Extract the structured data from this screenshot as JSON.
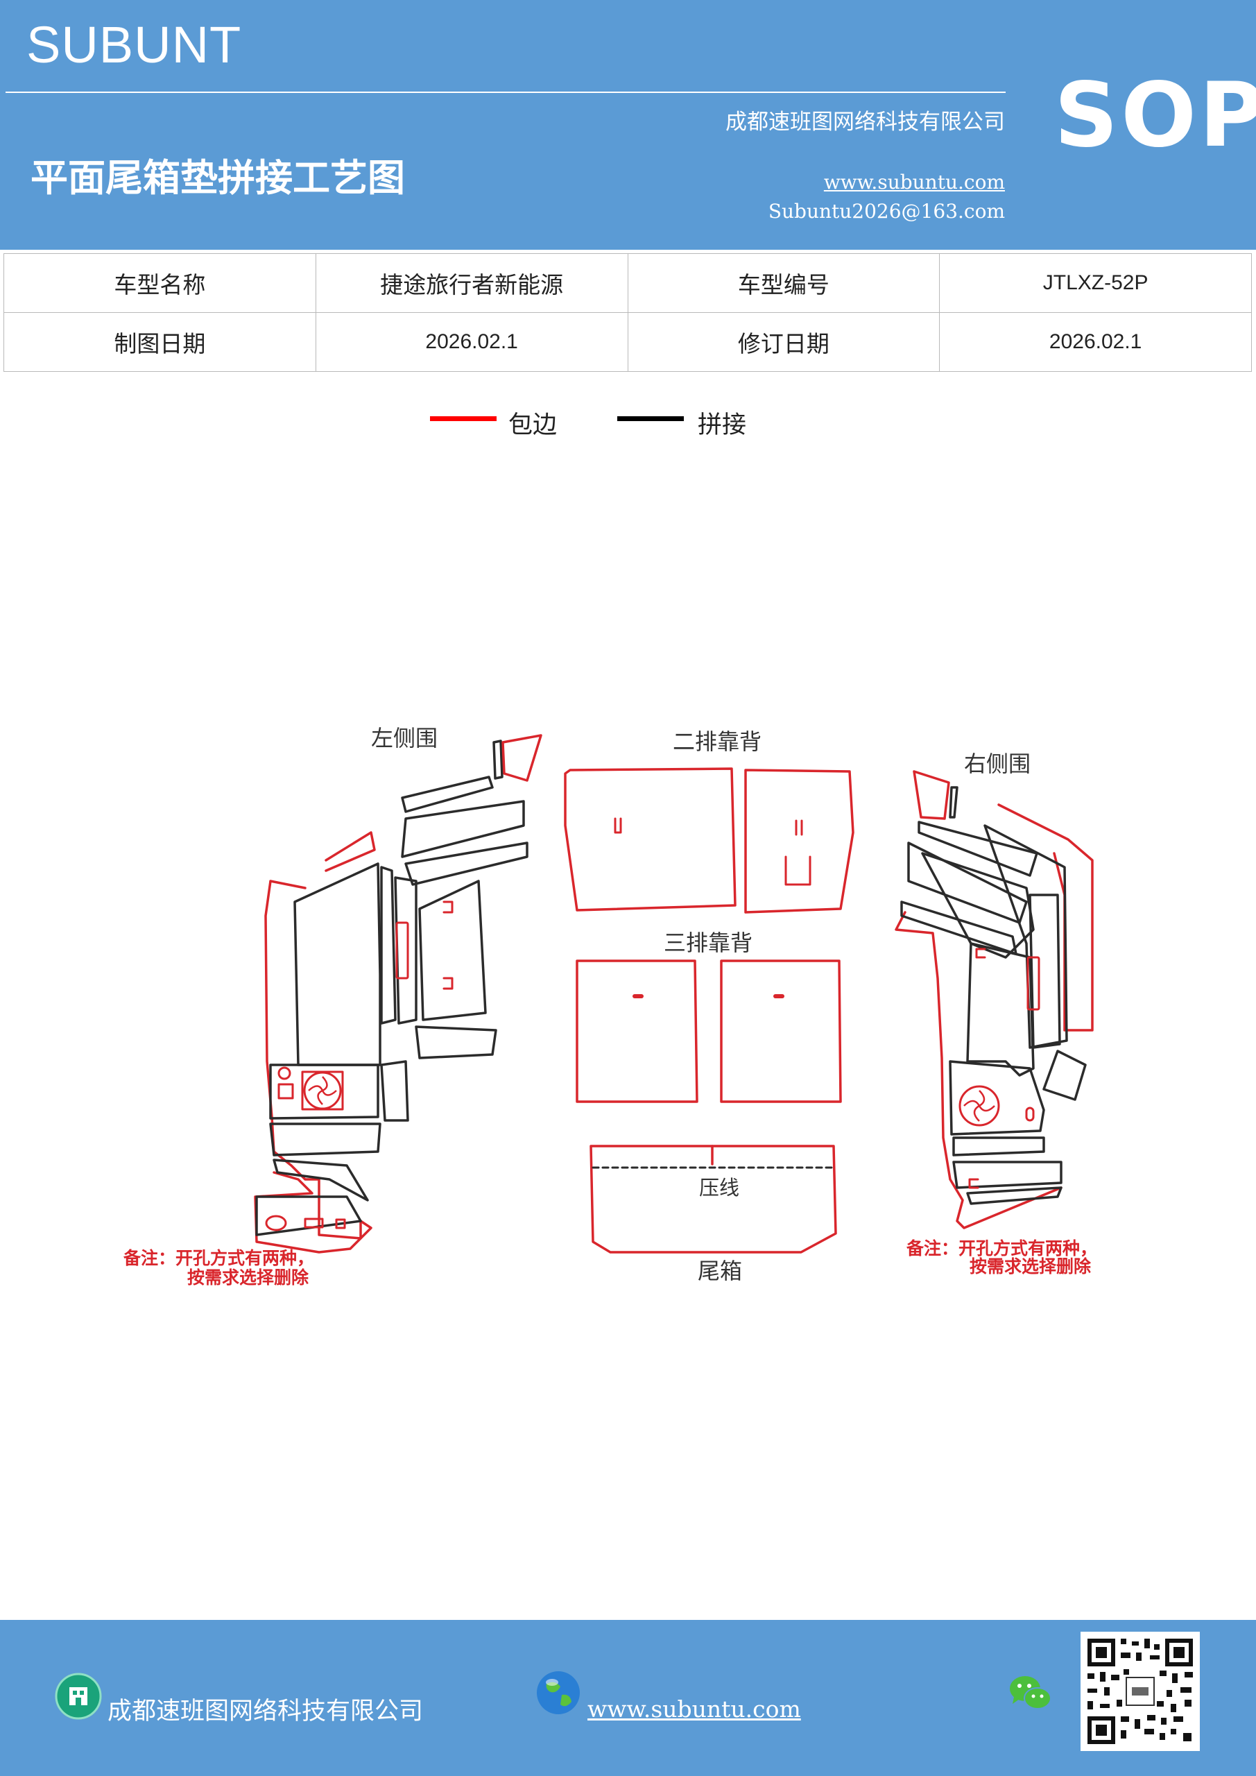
{
  "header": {
    "brand": "SUBUNT",
    "company": "成都速班图网络科技有限公司",
    "title": "平面尾箱垫拼接工艺图",
    "website": "www.subuntu.com",
    "email": "Subuntu2026@163.com",
    "badge": "SOP"
  },
  "info_table": {
    "model_name_label": "车型名称",
    "model_name_value": "捷途旅行者新能源",
    "model_code_label": "车型编号",
    "model_code_value": "JTLXZ-52P",
    "draw_date_label": "制图日期",
    "draw_date_value": "2026.02.1",
    "revise_date_label": "修订日期",
    "revise_date_value": "2026.02.1"
  },
  "legend": {
    "items": [
      {
        "label": "包边",
        "color": "#ff0000"
      },
      {
        "label": "拼接",
        "color": "#000000"
      }
    ]
  },
  "diagram": {
    "left_side": "左侧围",
    "right_side": "右侧围",
    "second_row": "二排靠背",
    "third_row": "三排靠背",
    "trunk": "尾箱",
    "press_line": "压线",
    "left_note_line1": "备注：开孔方式有两种，",
    "left_note_line2": "按需求选择删除",
    "right_note_line1": "备注：开孔方式有两种，",
    "right_note_line2": "按需求选择删除",
    "edge_color": "#d9262c",
    "seam_color": "#2b2b2b"
  },
  "footer": {
    "company": "成都速班图网络科技有限公司",
    "website": "www.subuntu.com"
  },
  "icons": [
    "building-icon",
    "globe-icon",
    "wechat-icon",
    "qr-code"
  ]
}
